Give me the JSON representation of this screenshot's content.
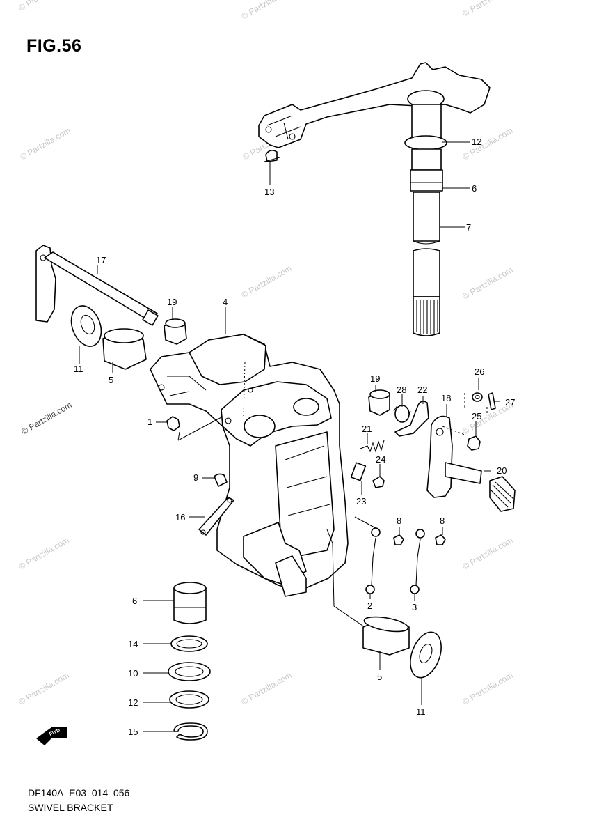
{
  "figure": {
    "title": "FIG.56",
    "code": "DF140A_E03_014_056",
    "name": "SWIVEL BRACKET"
  },
  "watermark": "© Partzilla.com",
  "direction_badge": "FWD",
  "callouts": [
    {
      "id": "c12a",
      "label": "12"
    },
    {
      "id": "c6a",
      "label": "6"
    },
    {
      "id": "c7",
      "label": "7"
    },
    {
      "id": "c13",
      "label": "13"
    },
    {
      "id": "c17",
      "label": "17"
    },
    {
      "id": "c19a",
      "label": "19"
    },
    {
      "id": "c4",
      "label": "4"
    },
    {
      "id": "c11a",
      "label": "11"
    },
    {
      "id": "c5a",
      "label": "5"
    },
    {
      "id": "c1",
      "label": "1"
    },
    {
      "id": "c19b",
      "label": "19"
    },
    {
      "id": "c28",
      "label": "28"
    },
    {
      "id": "c22",
      "label": "22"
    },
    {
      "id": "c18",
      "label": "18"
    },
    {
      "id": "c26",
      "label": "26"
    },
    {
      "id": "c27",
      "label": "27"
    },
    {
      "id": "c25",
      "label": "25"
    },
    {
      "id": "c21",
      "label": "21"
    },
    {
      "id": "c24",
      "label": "24"
    },
    {
      "id": "c23",
      "label": "23"
    },
    {
      "id": "c20",
      "label": "20"
    },
    {
      "id": "c9",
      "label": "9"
    },
    {
      "id": "c16",
      "label": "16"
    },
    {
      "id": "c8a",
      "label": "8"
    },
    {
      "id": "c8b",
      "label": "8"
    },
    {
      "id": "c2",
      "label": "2"
    },
    {
      "id": "c3",
      "label": "3"
    },
    {
      "id": "c6b",
      "label": "6"
    },
    {
      "id": "c14",
      "label": "14"
    },
    {
      "id": "c10",
      "label": "10"
    },
    {
      "id": "c12b",
      "label": "12"
    },
    {
      "id": "c15",
      "label": "15"
    },
    {
      "id": "c5b",
      "label": "5"
    },
    {
      "id": "c11b",
      "label": "11"
    }
  ]
}
